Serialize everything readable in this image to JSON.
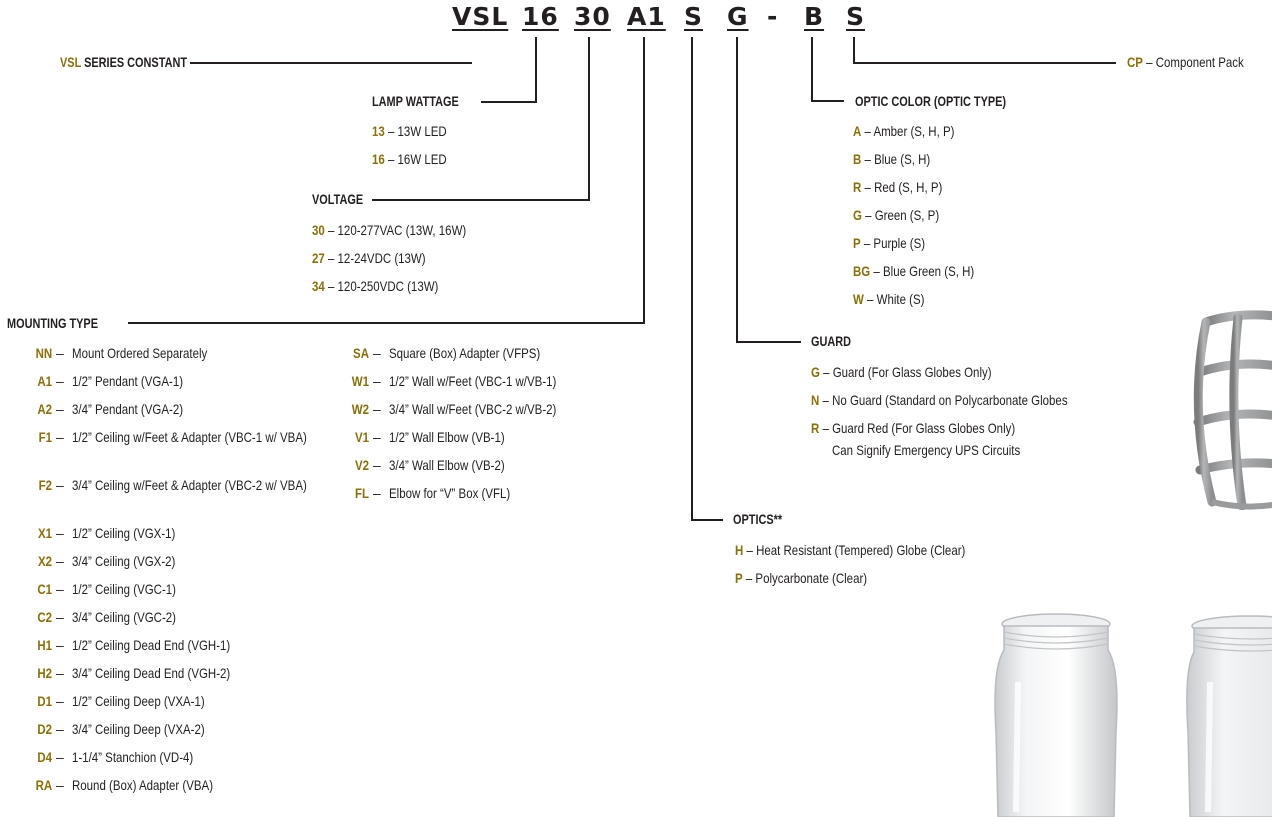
{
  "code_segments": [
    "VSL",
    "16",
    "30",
    "A1",
    "S",
    "G",
    "-",
    "B",
    "S"
  ],
  "series": {
    "prefix": "VSL",
    "label": "SERIES CONSTANT"
  },
  "lamp_wattage": {
    "title": "LAMP WATTAGE",
    "options": [
      {
        "code": "13",
        "desc": "13W LED"
      },
      {
        "code": "16",
        "desc": "16W LED"
      }
    ]
  },
  "voltage": {
    "title": "VOLTAGE",
    "options": [
      {
        "code": "30",
        "desc": "120-277VAC (13W, 16W)"
      },
      {
        "code": "27",
        "desc": "12-24VDC (13W)"
      },
      {
        "code": "34",
        "desc": "120-250VDC (13W)"
      }
    ]
  },
  "mounting": {
    "title": "MOUNTING TYPE",
    "left": [
      {
        "code": "NN",
        "desc": "Mount Ordered Separately"
      },
      {
        "code": "A1",
        "desc": "1/2” Pendant (VGA-1)"
      },
      {
        "code": "A2",
        "desc": "3/4” Pendant (VGA-2)"
      },
      {
        "code": "F1",
        "desc": "1/2” Ceiling w/Feet & Adapter (VBC-1 w/ VBA)"
      },
      {
        "code": "F2",
        "desc": "3/4” Ceiling w/Feet & Adapter (VBC-2 w/ VBA)"
      },
      {
        "code": "X1",
        "desc": "1/2” Ceiling (VGX-1)"
      },
      {
        "code": "X2",
        "desc": "3/4” Ceiling (VGX-2)"
      },
      {
        "code": "C1",
        "desc": "1/2” Ceiling (VGC-1)"
      },
      {
        "code": "C2",
        "desc": "3/4” Ceiling (VGC-2)"
      },
      {
        "code": "H1",
        "desc": "1/2” Ceiling Dead End (VGH-1)"
      },
      {
        "code": "H2",
        "desc": "3/4” Ceiling Dead End (VGH-2)"
      },
      {
        "code": "D1",
        "desc": "1/2” Ceiling Deep (VXA-1)"
      },
      {
        "code": "D2",
        "desc": "3/4” Ceiling Deep (VXA-2)"
      },
      {
        "code": "D4",
        "desc": "1-1/4” Stanchion (VD-4)"
      },
      {
        "code": "RA",
        "desc": "Round (Box) Adapter (VBA)"
      }
    ],
    "right": [
      {
        "code": "SA",
        "desc": "Square (Box) Adapter (VFPS)"
      },
      {
        "code": "W1",
        "desc": "1/2” Wall w/Feet (VBC-1 w/VB-1)"
      },
      {
        "code": "W2",
        "desc": "3/4” Wall w/Feet (VBC-2 w/VB-2)"
      },
      {
        "code": "V1",
        "desc": "1/2” Wall Elbow (VB-1)"
      },
      {
        "code": "V2",
        "desc": "3/4” Wall Elbow (VB-2)"
      },
      {
        "code": "FL",
        "desc": "Elbow for “V” Box (VFL)"
      }
    ]
  },
  "optics": {
    "title": "OPTICS**",
    "options": [
      {
        "code": "H",
        "desc": "Heat Resistant (Tempered) Globe (Clear)"
      },
      {
        "code": "P",
        "desc": "Polycarbonate (Clear)"
      }
    ]
  },
  "guard": {
    "title": "GUARD",
    "options": [
      {
        "code": "G",
        "desc": "Guard (For Glass Globes Only)"
      },
      {
        "code": "N",
        "desc": "No Guard (Standard on Polycarbonate Globes"
      },
      {
        "code": "R",
        "desc": "Guard Red (For Glass Globes Only)",
        "desc2": "Can Signify Emergency UPS Circuits"
      }
    ]
  },
  "optic_color": {
    "title": "OPTIC COLOR (OPTIC TYPE)",
    "options": [
      {
        "code": "A",
        "desc": "Amber (S, H, P)"
      },
      {
        "code": "B",
        "desc": "Blue (S, H)"
      },
      {
        "code": "R",
        "desc": "Red (S, H, P)"
      },
      {
        "code": "G",
        "desc": "Green (S, P)"
      },
      {
        "code": "P",
        "desc": "Purple (S)"
      },
      {
        "code": "BG",
        "desc": "Blue Green (S, H)"
      },
      {
        "code": "W",
        "desc": "White (S)"
      }
    ]
  },
  "component_pack": {
    "code": "CP",
    "desc": "Component Pack"
  },
  "dash": "–",
  "colors": {
    "accent": "#8a7006",
    "text": "#231f20",
    "guard_gray": "#9a9b9d"
  }
}
